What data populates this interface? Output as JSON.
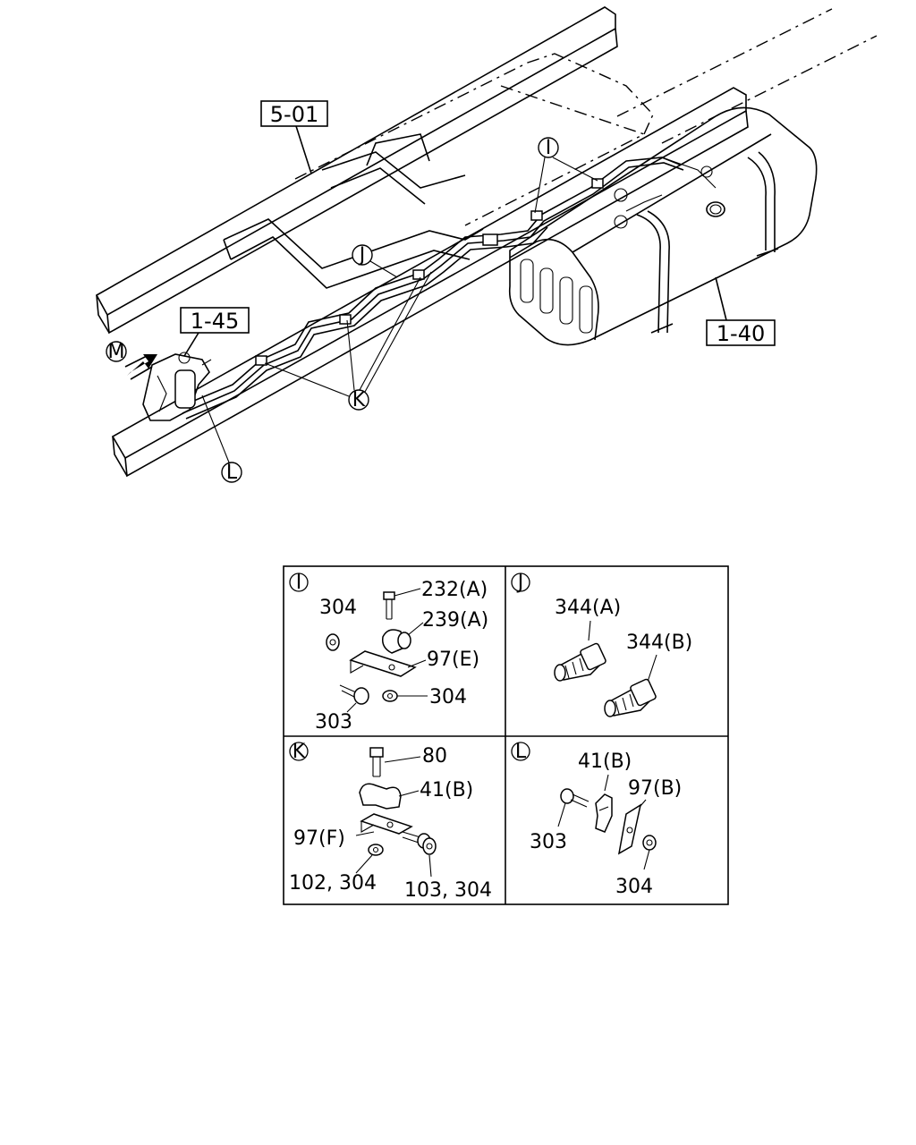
{
  "main_view": {
    "refs": {
      "ref_5_01": "5-01",
      "ref_1_45": "1-45",
      "ref_1_40": "1-40"
    },
    "callouts": {
      "I": "I",
      "J": "J",
      "K": "K",
      "L": "L",
      "M": "M"
    }
  },
  "details": {
    "I": {
      "letter": "I",
      "labels": [
        "232(A)",
        "304",
        "239(A)",
        "97(E)",
        "304",
        "303"
      ]
    },
    "J": {
      "letter": "J",
      "labels": [
        "344(A)",
        "344(B)"
      ]
    },
    "K": {
      "letter": "K",
      "labels": [
        "80",
        "41(B)",
        "97(F)",
        "102, 304",
        "103, 304"
      ]
    },
    "L": {
      "letter": "L",
      "labels": [
        "41(B)",
        "97(B)",
        "303",
        "304"
      ]
    }
  }
}
